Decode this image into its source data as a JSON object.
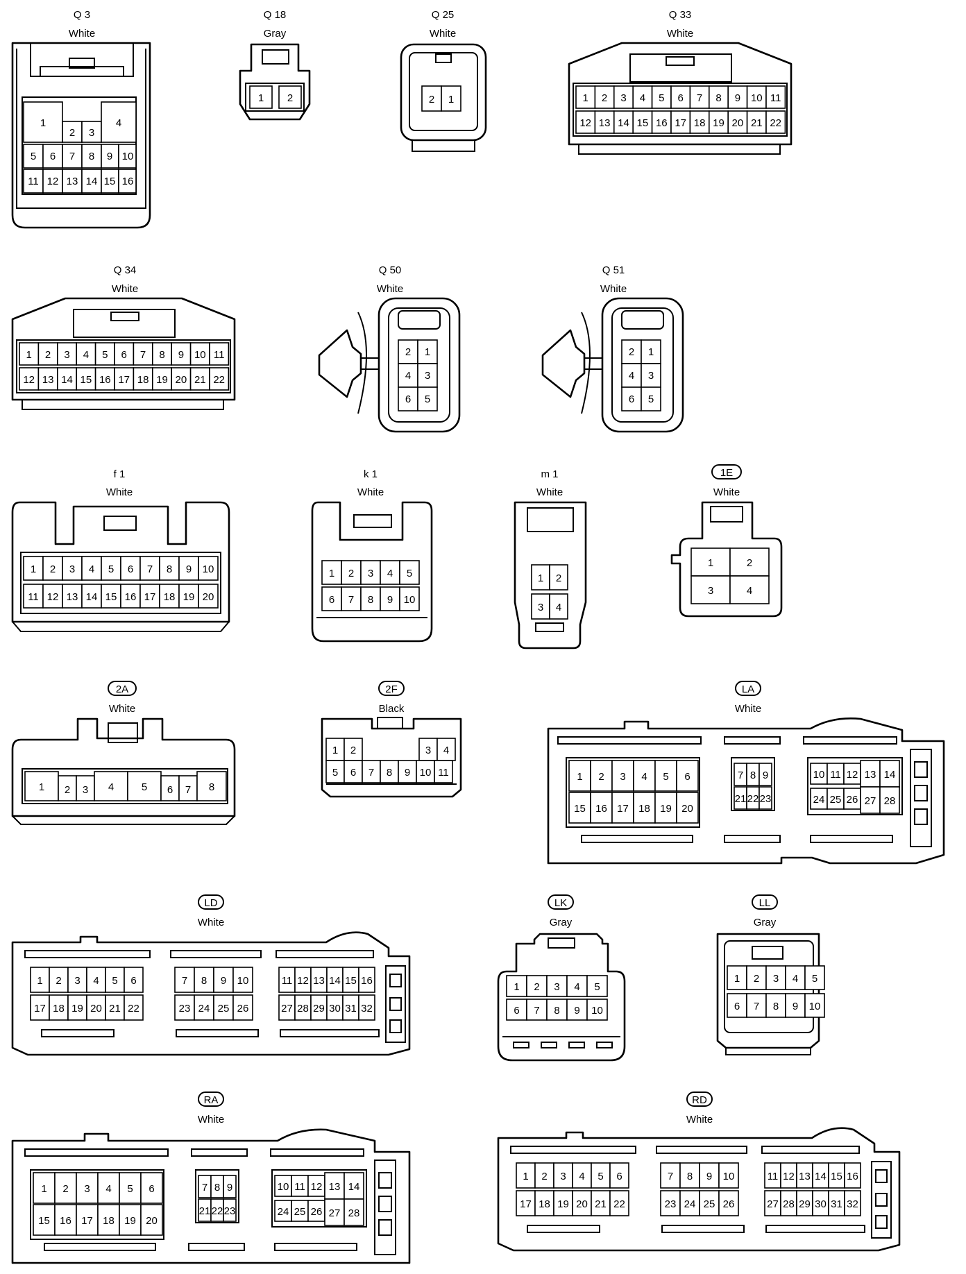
{
  "connectors": [
    {
      "id": "Q 3",
      "color": "White",
      "pins": [
        "1",
        "2",
        "3",
        "4",
        "5",
        "6",
        "7",
        "8",
        "9",
        "10",
        "11",
        "12",
        "13",
        "14",
        "15",
        "16"
      ]
    },
    {
      "id": "Q 18",
      "color": "Gray",
      "pins": [
        "1",
        "2"
      ]
    },
    {
      "id": "Q 25",
      "color": "White",
      "pins": [
        "2",
        "1"
      ]
    },
    {
      "id": "Q 33",
      "color": "White",
      "pins": [
        "1",
        "2",
        "3",
        "4",
        "5",
        "6",
        "7",
        "8",
        "9",
        "10",
        "11",
        "12",
        "13",
        "14",
        "15",
        "16",
        "17",
        "18",
        "19",
        "20",
        "21",
        "22"
      ]
    },
    {
      "id": "Q 34",
      "color": "White",
      "pins": [
        "1",
        "2",
        "3",
        "4",
        "5",
        "6",
        "7",
        "8",
        "9",
        "10",
        "11",
        "12",
        "13",
        "14",
        "15",
        "16",
        "17",
        "18",
        "19",
        "20",
        "21",
        "22"
      ]
    },
    {
      "id": "Q 50",
      "color": "White",
      "pins": [
        "2",
        "1",
        "4",
        "3",
        "6",
        "5"
      ]
    },
    {
      "id": "Q 51",
      "color": "White",
      "pins": [
        "2",
        "1",
        "4",
        "3",
        "6",
        "5"
      ]
    },
    {
      "id": "f 1",
      "color": "White",
      "pins": [
        "1",
        "2",
        "3",
        "4",
        "5",
        "6",
        "7",
        "8",
        "9",
        "10",
        "11",
        "12",
        "13",
        "14",
        "15",
        "16",
        "17",
        "18",
        "19",
        "20"
      ]
    },
    {
      "id": "k 1",
      "color": "White",
      "pins": [
        "1",
        "2",
        "3",
        "4",
        "5",
        "6",
        "7",
        "8",
        "9",
        "10"
      ]
    },
    {
      "id": "m 1",
      "color": "White",
      "pins": [
        "1",
        "2",
        "3",
        "4"
      ]
    },
    {
      "id": "1E",
      "color": "White",
      "pins": [
        "1",
        "2",
        "3",
        "4"
      ]
    },
    {
      "id": "2A",
      "color": "White",
      "pins": [
        "1",
        "2",
        "3",
        "4",
        "5",
        "6",
        "7",
        "8"
      ]
    },
    {
      "id": "2F",
      "color": "Black",
      "pins": [
        "1",
        "2",
        "3",
        "4",
        "5",
        "6",
        "7",
        "8",
        "9",
        "10",
        "11"
      ]
    },
    {
      "id": "LA",
      "color": "White",
      "pins": [
        "1",
        "2",
        "3",
        "4",
        "5",
        "6",
        "15",
        "16",
        "17",
        "18",
        "19",
        "20",
        "7",
        "8",
        "9",
        "21",
        "22",
        "23",
        "10",
        "11",
        "12",
        "13",
        "14",
        "24",
        "25",
        "26",
        "27",
        "28"
      ]
    },
    {
      "id": "LD",
      "color": "White",
      "pins": [
        "1",
        "2",
        "3",
        "4",
        "5",
        "6",
        "17",
        "18",
        "19",
        "20",
        "21",
        "22",
        "7",
        "8",
        "9",
        "10",
        "23",
        "24",
        "25",
        "26",
        "11",
        "12",
        "13",
        "14",
        "15",
        "16",
        "27",
        "28",
        "29",
        "30",
        "31",
        "32"
      ]
    },
    {
      "id": "LK",
      "color": "Gray",
      "pins": [
        "1",
        "2",
        "3",
        "4",
        "5",
        "6",
        "7",
        "8",
        "9",
        "10"
      ]
    },
    {
      "id": "LL",
      "color": "Gray",
      "pins": [
        "1",
        "2",
        "3",
        "4",
        "5",
        "6",
        "7",
        "8",
        "9",
        "10"
      ]
    },
    {
      "id": "RA",
      "color": "White",
      "pins": [
        "1",
        "2",
        "3",
        "4",
        "5",
        "6",
        "15",
        "16",
        "17",
        "18",
        "19",
        "20",
        "7",
        "8",
        "9",
        "21",
        "22",
        "23",
        "10",
        "11",
        "12",
        "13",
        "14",
        "24",
        "25",
        "26",
        "27",
        "28"
      ]
    },
    {
      "id": "RD",
      "color": "White",
      "pins": [
        "1",
        "2",
        "3",
        "4",
        "5",
        "6",
        "17",
        "18",
        "19",
        "20",
        "21",
        "22",
        "7",
        "8",
        "9",
        "10",
        "23",
        "24",
        "25",
        "26",
        "11",
        "12",
        "13",
        "14",
        "15",
        "16",
        "27",
        "28",
        "29",
        "30",
        "31",
        "32"
      ]
    }
  ]
}
